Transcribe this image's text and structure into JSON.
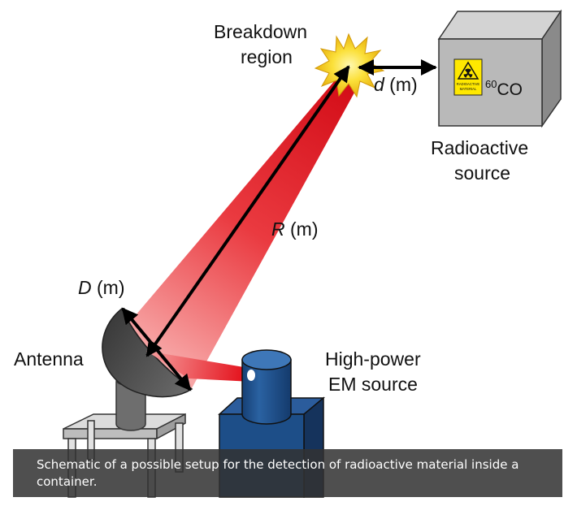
{
  "labels": {
    "breakdown_line1": "Breakdown",
    "breakdown_line2": "region",
    "d_var": "d",
    "d_unit": " (m)",
    "R_var": "R",
    "R_unit": " (m)",
    "D_var": "D",
    "D_unit": " (m)",
    "antenna": "Antenna",
    "em_line1": "High-power",
    "em_line2": "EM source",
    "radio_line1": "Radioactive",
    "radio_line2": "source",
    "isotope_mass": "60",
    "isotope_symbol": "CO",
    "warning_line1": "RADIOACTIVE",
    "warning_line2": "MATERIAL"
  },
  "caption": "Schematic of a possible setup for the detection of radioactive material inside a container.",
  "colors": {
    "beam": "#e8202a",
    "starburst": "#f6cc1a",
    "box_front": "#b9b9b9",
    "warning_sign": "#ffe800",
    "em_source": "#1d4e88",
    "antenna_dish": "#4f4f4f"
  }
}
